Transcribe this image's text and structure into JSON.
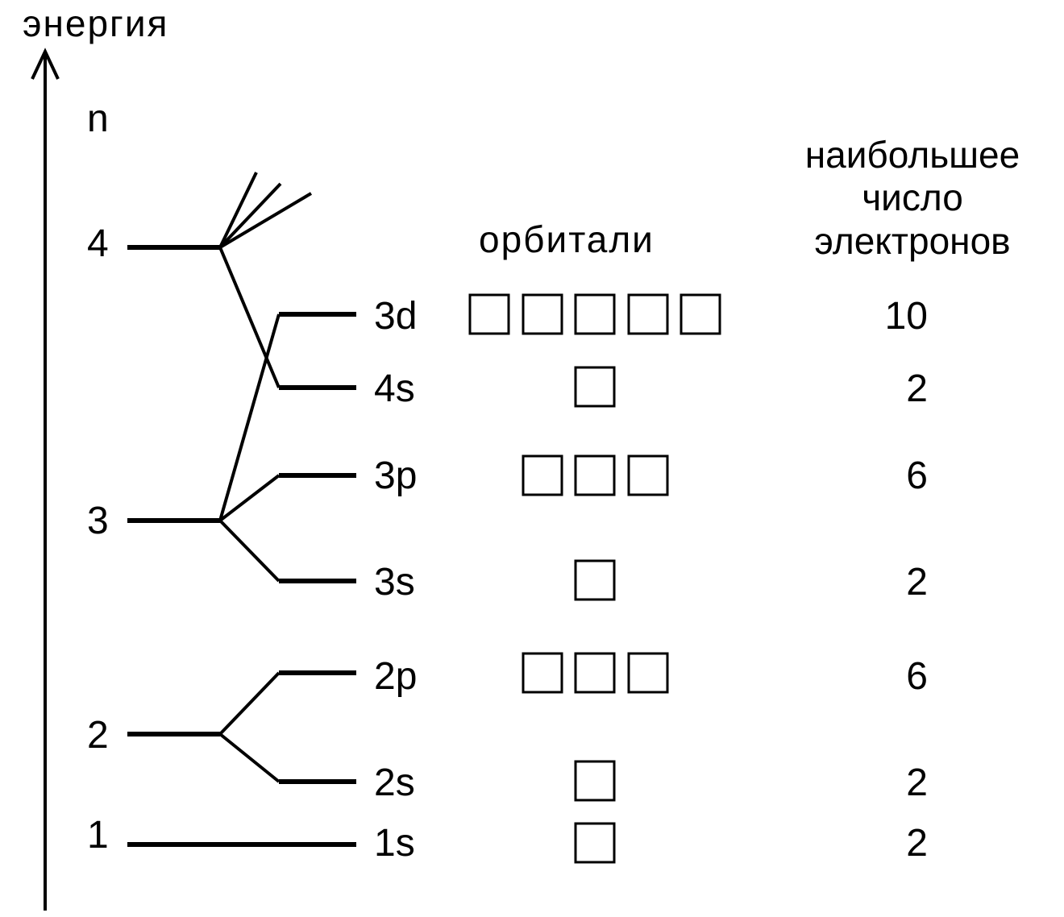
{
  "axis": {
    "label": "энергия",
    "n_label": "n"
  },
  "headers": {
    "orbitals": "орбитали",
    "max_electrons": [
      "наибольшее",
      "число",
      "электронов"
    ]
  },
  "levels": [
    {
      "n": "4"
    },
    {
      "n": "3"
    },
    {
      "n": "2"
    },
    {
      "n": "1"
    }
  ],
  "sublevels": [
    {
      "name": "3d",
      "orbitals": 5,
      "max_electrons": "10"
    },
    {
      "name": "4s",
      "orbitals": 1,
      "max_electrons": "2"
    },
    {
      "name": "3p",
      "orbitals": 3,
      "max_electrons": "6"
    },
    {
      "name": "3s",
      "orbitals": 1,
      "max_electrons": "2"
    },
    {
      "name": "2p",
      "orbitals": 3,
      "max_electrons": "6"
    },
    {
      "name": "2s",
      "orbitals": 1,
      "max_electrons": "2"
    },
    {
      "name": "1s",
      "orbitals": 1,
      "max_electrons": "2"
    }
  ]
}
